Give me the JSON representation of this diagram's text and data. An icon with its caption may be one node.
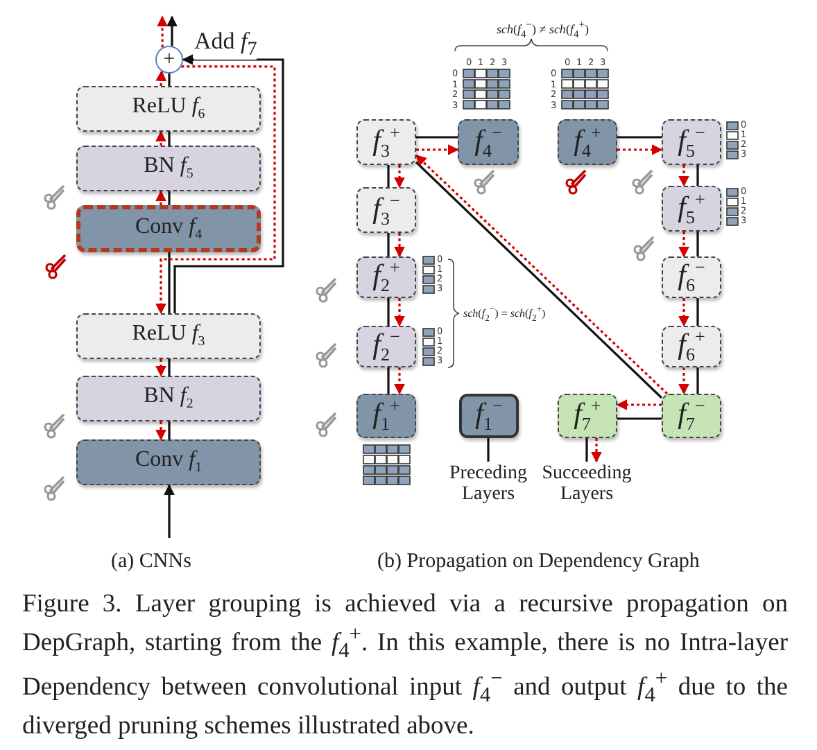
{
  "diagram": {
    "caption": "Figure 3. Layer grouping is achieved via a recursive propagation on DepGraph, starting from the *f*$_{4}$$^{+}$. In this example, there is no Intra-layer Dependency between convolutional input *f*$_{4}$$^{−}$ and output *f*$_{4}$$^{+}$ due to the diverged pruning schemes illustrated above.",
    "nodes": [
      {
        "text": [
          "+"
        ],
        "beside": [
          "Add *f*$_{7}$"
        ]
      },
      {
        "text": [
          "ReLU *f*$_{6}$"
        ]
      },
      {
        "text": [
          "BN *f*$_{5}$"
        ]
      },
      {
        "text": [
          "Conv *f*$_{4}$"
        ]
      },
      {
        "text": [
          "ReLU *f*$_{3}$"
        ]
      },
      {
        "text": [
          "BN *f*$_{2}$"
        ]
      },
      {
        "text": [
          "Conv *f*$_{1}$"
        ]
      },
      {
        "text": [
          "*f*$_{3}$$^{+}$"
        ]
      },
      {
        "text": [
          "*f*$_{4}$$^{−}$"
        ]
      },
      {
        "text": [
          "*f*$_{4}$$^{+}$"
        ]
      },
      {
        "text": [
          "*f*$_{5}$$^{−}$"
        ]
      },
      {
        "text": [
          "*f*$_{3}$$^{−}$"
        ]
      },
      {
        "text": [
          "*f*$_{5}$$^{+}$"
        ]
      },
      {
        "text": [
          "*f*$_{2}$$^{+}$"
        ]
      },
      {
        "text": [
          "*f*$_{6}$$^{−}$"
        ]
      },
      {
        "text": [
          "*f*$_{2}$$^{−}$"
        ]
      },
      {
        "text": [
          "*f*$_{6}$$^{+}$"
        ]
      },
      {
        "text": [
          "*f*$_{1}$$^{+}$"
        ]
      },
      {
        "text": [
          "*f*$_{1}$$^{−}$"
        ]
      },
      {
        "text": [
          "*f*$_{7}$$^{+}$"
        ]
      },
      {
        "text": [
          "*f*$_{7}$$^{−}$"
        ]
      },
      {
        "text": [
          "Preceding Layers"
        ]
      },
      {
        "text": [
          "Succeeding Layers"
        ]
      }
    ],
    "edges": [
      {
        "from": null,
        "to": 6,
        "arrow": "to"
      },
      {
        "from": 6,
        "to": 5,
        "arrow": "none"
      },
      {
        "from": 5,
        "to": 4,
        "arrow": "none"
      },
      {
        "from": 4,
        "to": 3,
        "arrow": "none"
      },
      {
        "from": 3,
        "to": 2,
        "arrow": "none"
      },
      {
        "from": 2,
        "to": 1,
        "arrow": "none"
      },
      {
        "from": 1,
        "to": 0,
        "arrow": "none"
      },
      {
        "from": 0,
        "to": null,
        "arrow": "to"
      },
      {
        "from": 4,
        "to": 0,
        "arrow": "to"
      },
      {
        "from": 3,
        "to": 2,
        "arrow": "to",
        "style": "dashed",
        "color": "#d40000"
      },
      {
        "from": 2,
        "to": 1,
        "arrow": "to",
        "style": "dashed",
        "color": "#d40000"
      },
      {
        "from": 1,
        "to": 0,
        "arrow": "to",
        "style": "dashed",
        "color": "#d40000"
      },
      {
        "from": 0,
        "to": null,
        "arrow": "to",
        "style": "dashed",
        "color": "#d40000"
      },
      {
        "from": 0,
        "to": 4,
        "arrow": "to",
        "style": "dashed",
        "color": "#d40000"
      },
      {
        "from": 4,
        "to": 5,
        "arrow": "to",
        "style": "dashed",
        "color": "#d40000"
      },
      {
        "from": 5,
        "to": 6,
        "arrow": "to",
        "style": "dashed",
        "color": "#d40000"
      },
      {
        "from": 7,
        "to": 8,
        "arrow": "none"
      },
      {
        "from": 9,
        "to": 10,
        "arrow": "none"
      },
      {
        "from": 7,
        "to": 11,
        "arrow": "none"
      },
      {
        "from": 11,
        "to": 13,
        "arrow": "none"
      },
      {
        "from": 13,
        "to": 15,
        "arrow": "none"
      },
      {
        "from": 15,
        "to": 17,
        "arrow": "none"
      },
      {
        "from": 10,
        "to": 12,
        "arrow": "none"
      },
      {
        "from": 12,
        "to": 14,
        "arrow": "none"
      },
      {
        "from": 14,
        "to": 16,
        "arrow": "none"
      },
      {
        "from": 16,
        "to": 20,
        "arrow": "none"
      },
      {
        "from": 20,
        "to": 19,
        "arrow": "none"
      },
      {
        "from": 7,
        "to": 20,
        "arrow": "none"
      },
      {
        "from": 18,
        "to": 21,
        "arrow": "none"
      },
      {
        "from": 19,
        "to": 22,
        "arrow": "none"
      },
      {
        "from": 7,
        "to": 8,
        "arrow": "to",
        "style": "dashed",
        "color": "#d40000"
      },
      {
        "from": 9,
        "to": 10,
        "arrow": "to",
        "style": "dashed",
        "color": "#d40000"
      },
      {
        "from": 7,
        "to": 11,
        "arrow": "to",
        "style": "dashed",
        "color": "#d40000"
      },
      {
        "from": 11,
        "to": 13,
        "arrow": "to",
        "style": "dashed",
        "color": "#d40000"
      },
      {
        "from": 13,
        "to": 15,
        "arrow": "to",
        "style": "dashed",
        "color": "#d40000"
      },
      {
        "from": 15,
        "to": 17,
        "arrow": "to",
        "style": "dashed",
        "color": "#d40000"
      },
      {
        "from": 10,
        "to": 12,
        "arrow": "to",
        "style": "dashed",
        "color": "#d40000"
      },
      {
        "from": 12,
        "to": 14,
        "arrow": "to",
        "style": "dashed",
        "color": "#d40000"
      },
      {
        "from": 14,
        "to": 16,
        "arrow": "to",
        "style": "dashed",
        "color": "#d40000"
      },
      {
        "from": 16,
        "to": 20,
        "arrow": "to",
        "style": "dashed",
        "color": "#d40000"
      },
      {
        "from": 20,
        "to": 19,
        "arrow": "to",
        "style": "dashed",
        "color": "#d40000"
      },
      {
        "from": 20,
        "to": 7,
        "arrow": "to",
        "style": "dashed",
        "color": "#d40000"
      },
      {
        "from": 19,
        "to": 22,
        "arrow": "to",
        "style": "dashed",
        "color": "#d40000"
      }
    ],
    "labels": [
      "*sch*(*f*$_{4}$$^{−}$) ≠ *sch*(*f*$_{4}$$^{+}$)",
      "0",
      "1",
      "2",
      "3",
      "0",
      "1",
      "2",
      "3",
      "0",
      "1",
      "2",
      "3",
      "0",
      "1",
      "2",
      "3",
      "0",
      "1",
      "2",
      "3",
      "0",
      "1",
      "2",
      "3",
      "0",
      "1",
      "2",
      "3",
      "*sch*(*f*$_{2}$$^{−}$) = *sch*(*f*$_{2}$$^{+}$)",
      "0",
      "1",
      "2",
      "3",
      "(a) CNNs",
      "(b) Propagation on Dependency Graph"
    ]
  }
}
